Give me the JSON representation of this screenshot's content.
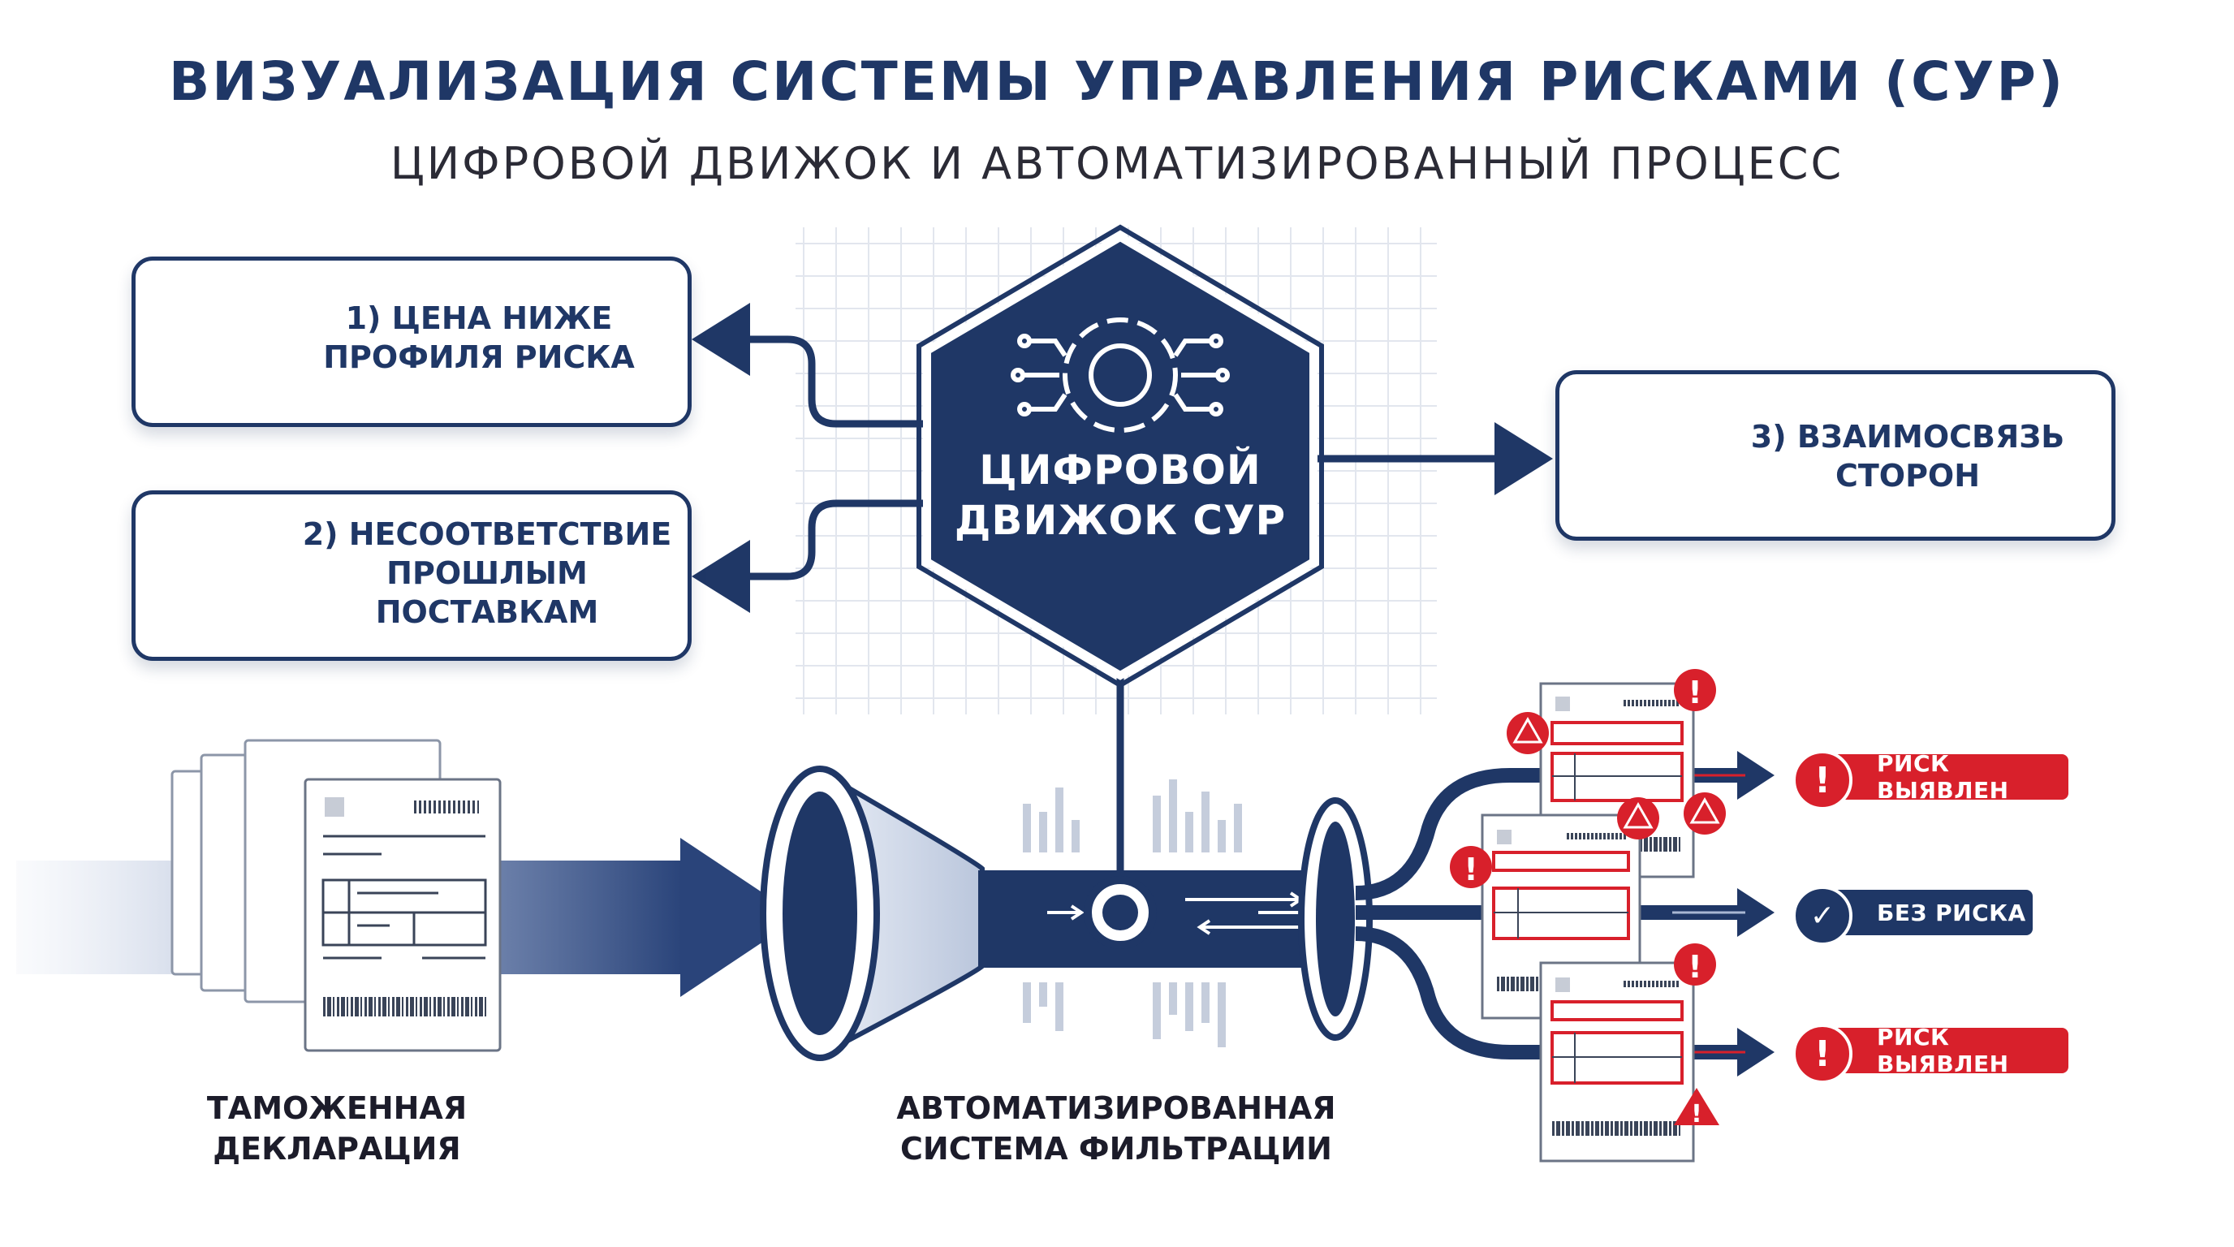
{
  "header": {
    "title": "ВИЗУАЛИЗАЦИЯ СИСТЕМЫ УПРАВЛЕНИЯ РИСКАМИ (СУР)",
    "subtitle": "ЦИФРОВОЙ ДВИЖОК И АВТОМАТИЗИРОВАННЫЙ ПРОЦЕСС"
  },
  "engine": {
    "label": "ЦИФРОВОЙ\nДВИЖОК СУР",
    "icon": "gear-circuit-icon"
  },
  "criteria": [
    {
      "label": "1) ЦЕНА НИЖЕ\nПРОФИЛЯ РИСКА",
      "icon": "price-down-icon"
    },
    {
      "label": "2) НЕСООТВЕТСТВИЕ\nПРОШЛЫМ\nПОСТАВКАМ",
      "icon": "boxes-question-icon"
    },
    {
      "label": "3) ВЗАИМОСВЯЗЬ\nСТОРОН",
      "icon": "linked-gears-users-icon"
    }
  ],
  "captions": {
    "declaration": "ТАМОЖЕННАЯ\nДЕКЛАРАЦИЯ",
    "filter": "АВТОМАТИЗИРОВАННАЯ\nСИСТЕМА ФИЛЬТРАЦИИ"
  },
  "results": [
    {
      "label": "РИСК ВЫЯВЛЕН",
      "status": "risk",
      "icon": "exclamation-icon"
    },
    {
      "label": "БЕЗ РИСКА",
      "status": "ok",
      "icon": "check-icon"
    },
    {
      "label": "РИСК ВЫЯВЛЕН",
      "status": "risk",
      "icon": "exclamation-icon"
    }
  ],
  "colors": {
    "navy": "#1f3766",
    "risk_red": "#d8202b",
    "light_blue": "#a9b7d3"
  }
}
